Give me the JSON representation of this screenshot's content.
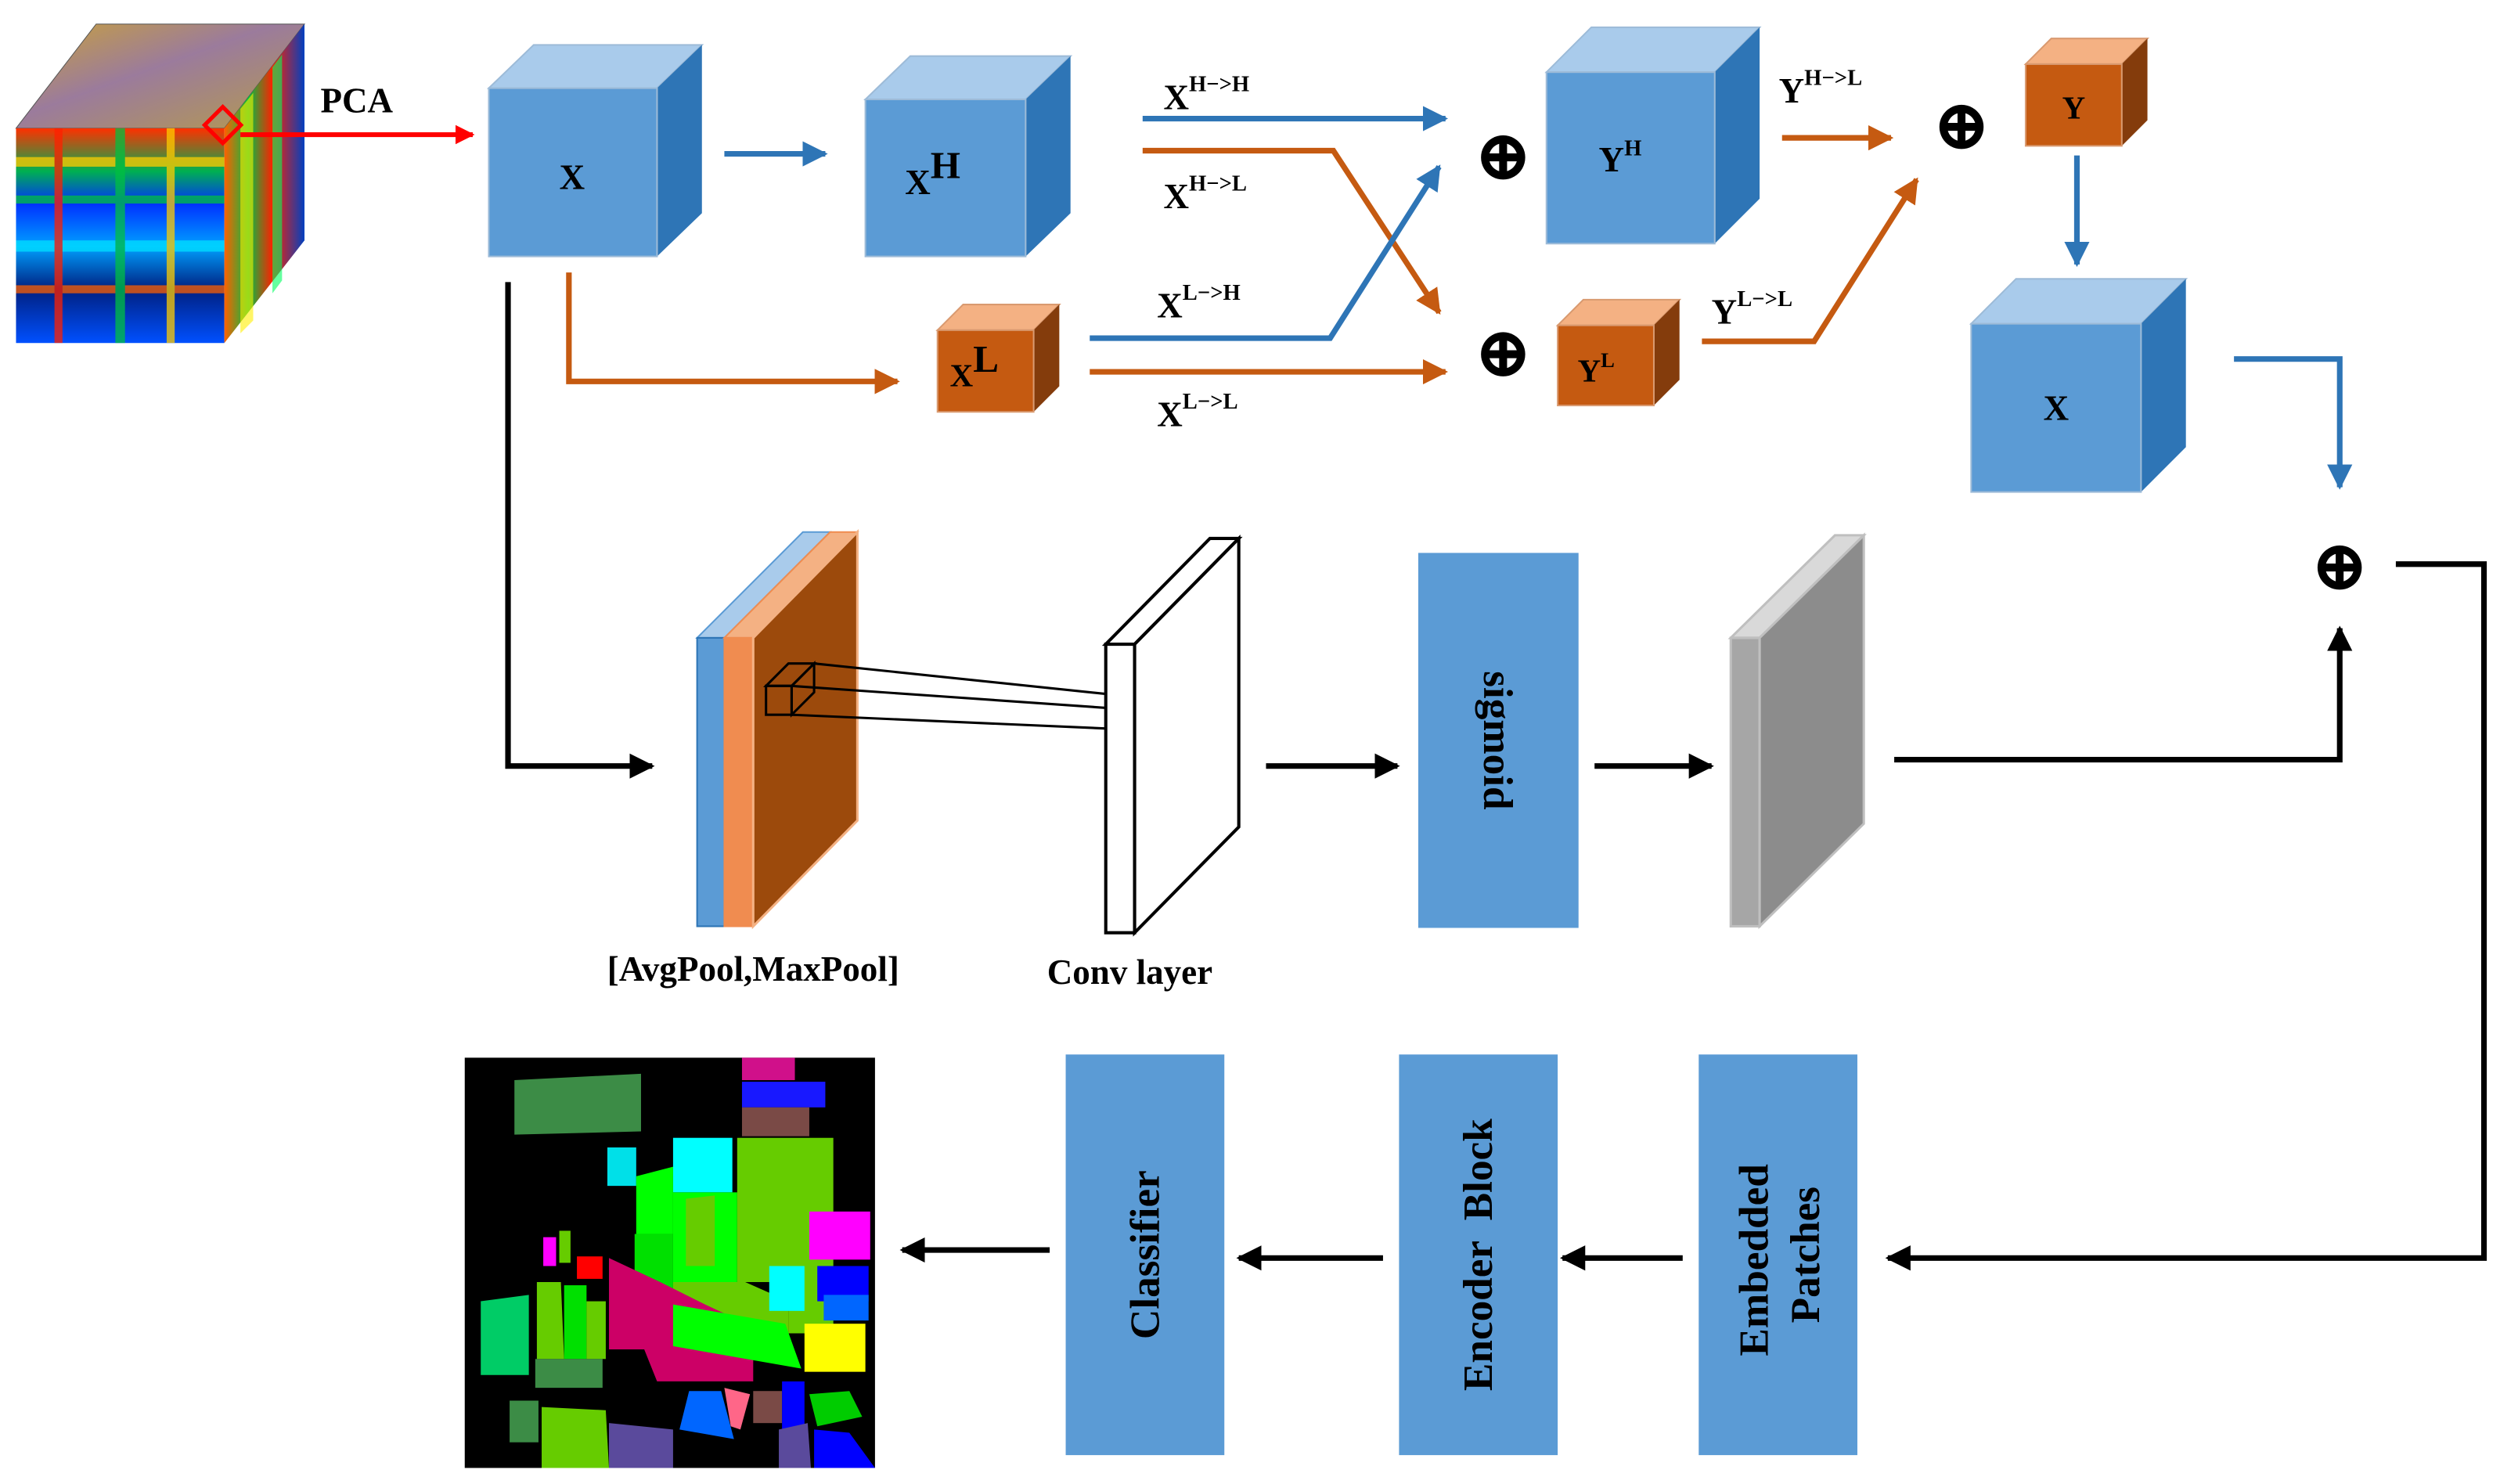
{
  "labels": {
    "pca": "PCA",
    "x_input": "X",
    "x_high": "X",
    "x_high_sup": "H",
    "x_low": "X",
    "x_low_sup": "L",
    "x_h2h": "X",
    "x_h2h_sup": "H−>H",
    "x_h2l": "X",
    "x_h2l_sup": "H−>L",
    "x_l2h": "X",
    "x_l2h_sup": "L−>H",
    "x_l2l": "X",
    "x_l2l_sup": "L−>L",
    "y_high": "Y",
    "y_high_sup": "H",
    "y_low": "Y",
    "y_low_sup": "L",
    "y_h2l": "Y",
    "y_h2l_sup": "H−>L",
    "y_l2l": "Y",
    "y_l2l_sup": "L−>L",
    "y_out": "Y",
    "x_out": "X",
    "oplus": "⊕",
    "pool_caption": "[AvgPool,MaxPool]",
    "conv_caption": "Conv layer",
    "sigmoid": "sigmoid",
    "embedded_line1": "Embedded",
    "embedded_line2": "Patches",
    "encoder": "Encoder  Block",
    "classifier": "Classifier"
  },
  "colors": {
    "high_blue": "#5b9bd5",
    "low_orange": "#c55a11",
    "arrow_blue": "#2e75b6",
    "arrow_orange": "#c55a11",
    "pca_red": "#ff0000",
    "gray_map": "#8c8c8c"
  }
}
